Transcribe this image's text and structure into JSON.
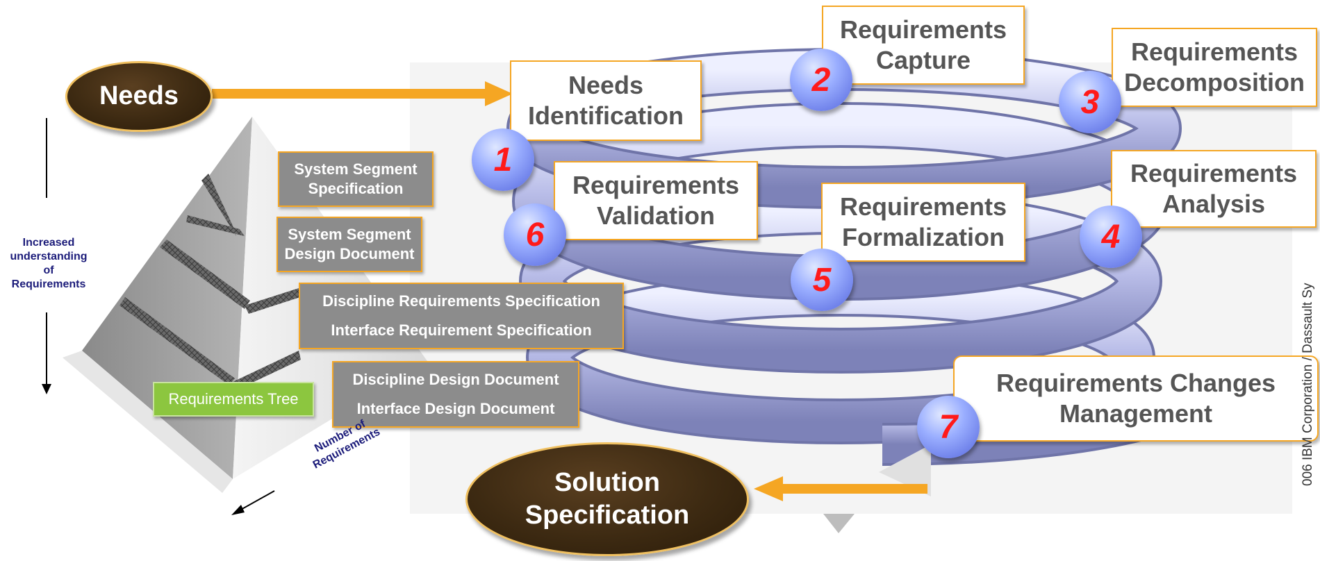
{
  "needs_label": "Needs",
  "solution_label": "Solution\nSpecification",
  "steps": [
    {
      "num": "1",
      "label": "Needs\nIdentification"
    },
    {
      "num": "2",
      "label": "Requirements\nCapture"
    },
    {
      "num": "3",
      "label": "Requirements\nDecomposition"
    },
    {
      "num": "4",
      "label": "Requirements\nAnalysis"
    },
    {
      "num": "5",
      "label": "Requirements\nFormalization"
    },
    {
      "num": "6",
      "label": "Requirements\nValidation"
    },
    {
      "num": "7",
      "label": "Requirements Changes\nManagement"
    }
  ],
  "pyramid_docs": {
    "doc1": [
      "System Segment",
      "Specification"
    ],
    "doc2": [
      "System Segment",
      "Design Document"
    ],
    "doc3": [
      "Discipline Requirements Specification",
      "Interface Requirement Specification"
    ],
    "doc4": [
      "Discipline Design Document",
      "Interface Design Document"
    ]
  },
  "requirements_tree": "Requirements Tree",
  "increased_understanding": "Increased\nunderstanding\nof\nRequirements",
  "number_of_requirements": "Number of\nRequirements",
  "copyright_fragment": "006 IBM Corporation / Dassault Sy",
  "colors": {
    "orange_arrow": "#f5a623",
    "oval_brown": "#3d2a12",
    "step_number": "#ff1a1a",
    "coil": "#b4b9e8",
    "doc_gray": "#8c8c8c",
    "tree_green": "#8cc63f",
    "label_navy": "#1c1c7a"
  }
}
